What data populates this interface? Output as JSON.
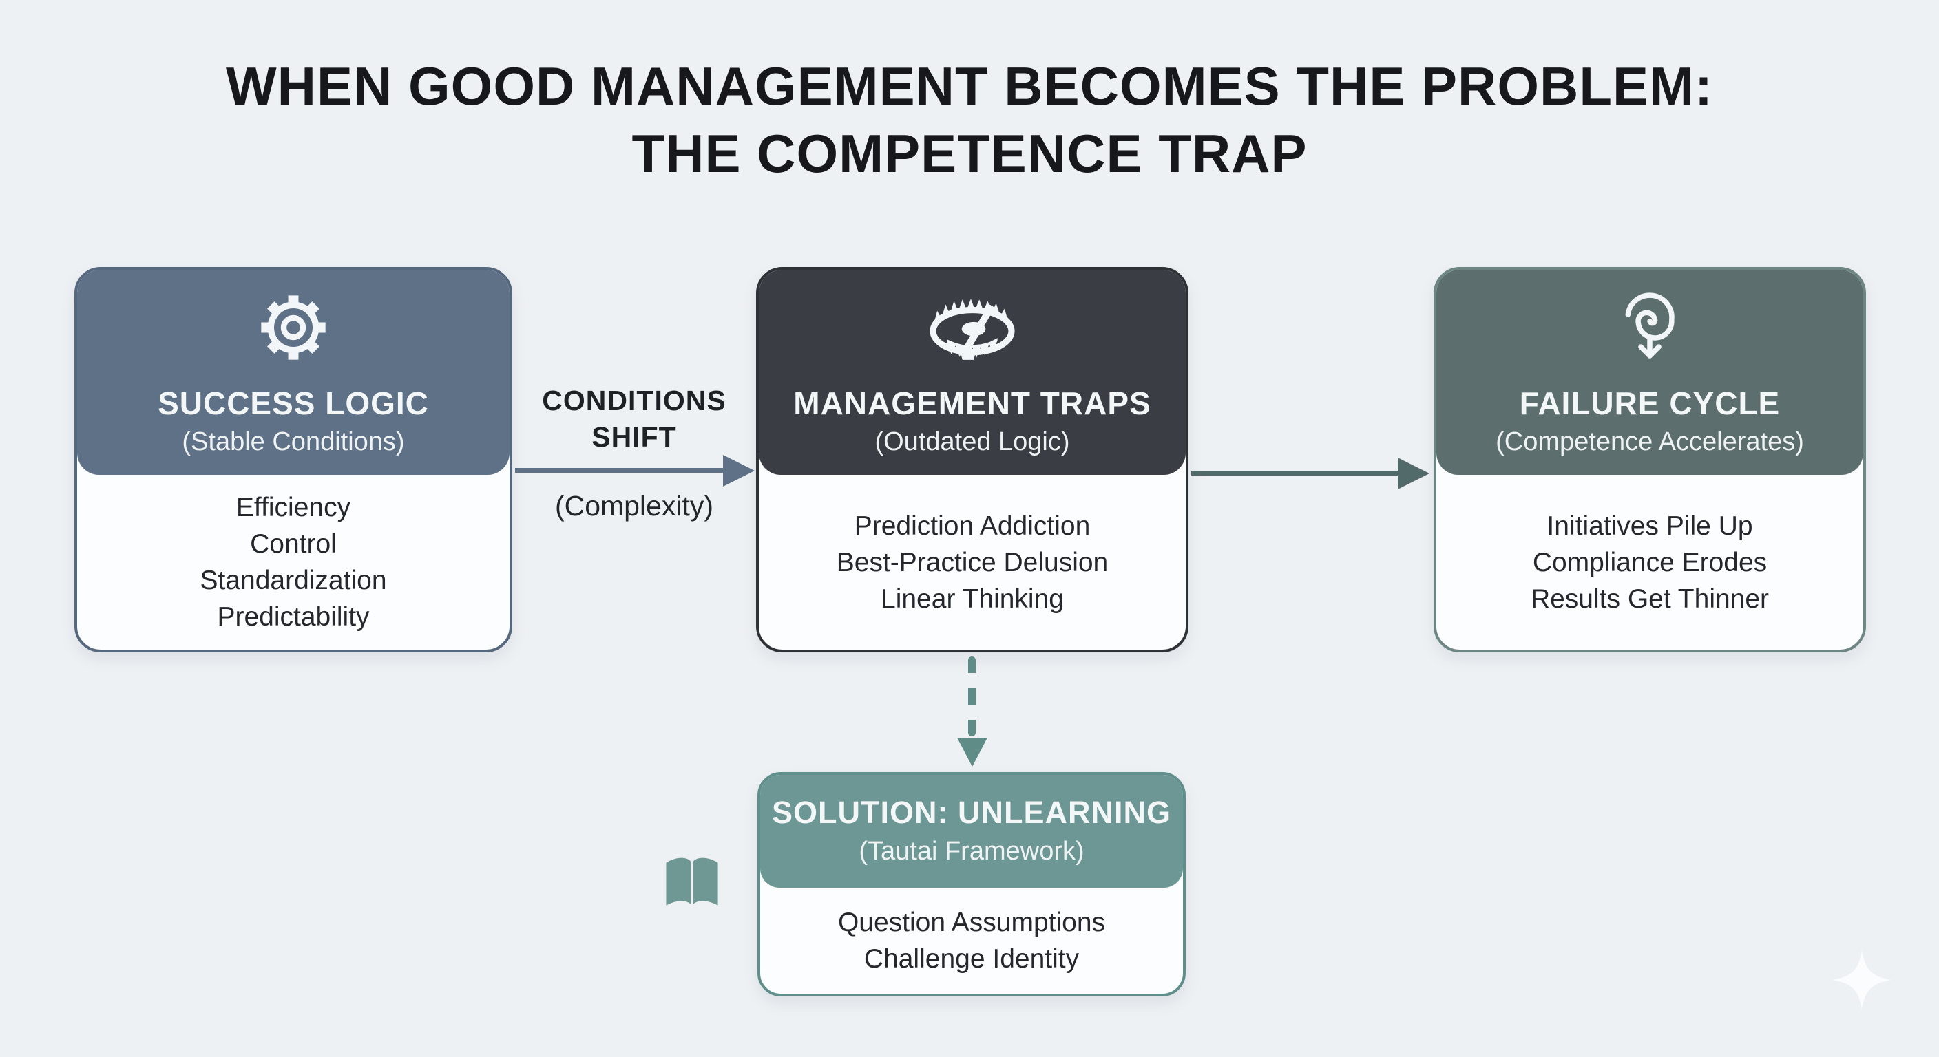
{
  "title": {
    "line1": "WHEN GOOD MANAGEMENT BECOMES THE PROBLEM:",
    "line2": "THE COMPETENCE TRAP"
  },
  "boxes": {
    "success_logic": {
      "icon": "gear-icon",
      "title": "SUCCESS LOGIC",
      "subtitle": "(Stable Conditions)",
      "items": [
        "Efficiency",
        "Control",
        "Standardization",
        "Predictability"
      ],
      "header_color": "#5e7187"
    },
    "management_traps": {
      "icon": "trap-icon",
      "title": "MANAGEMENT TRAPS",
      "subtitle": "(Outdated Logic)",
      "items": [
        "Prediction Addiction",
        "Best-Practice Delusion",
        "Linear Thinking"
      ],
      "header_color": "#3a3d43"
    },
    "failure_cycle": {
      "icon": "spiral-down-icon",
      "title": "FAILURE CYCLE",
      "subtitle": "(Competence Accelerates)",
      "items": [
        "Initiatives Pile Up",
        "Compliance Erodes",
        "Results Get Thinner"
      ],
      "header_color": "#5c6f6e"
    },
    "solution": {
      "icon": "open-book-icon",
      "title": "SOLUTION: UNLEARNING",
      "subtitle": "(Tautai Framework)",
      "items": [
        "Question Assumptions",
        "Challenge Identity"
      ],
      "header_color": "#6d9794"
    }
  },
  "connectors": {
    "conditions_shift": {
      "label_line1": "CONDITIONS",
      "label_line2": "SHIFT",
      "sublabel": "(Complexity)",
      "color": "#5e7187"
    },
    "traps_to_failure": {
      "color": "#526a69"
    },
    "traps_to_solution": {
      "style": "dashed",
      "color": "#5f8c87"
    }
  },
  "decorations": {
    "sparkle": "sparkle-icon",
    "sparkle_color": "#fdfeff"
  },
  "background_color": "#eef1f4"
}
